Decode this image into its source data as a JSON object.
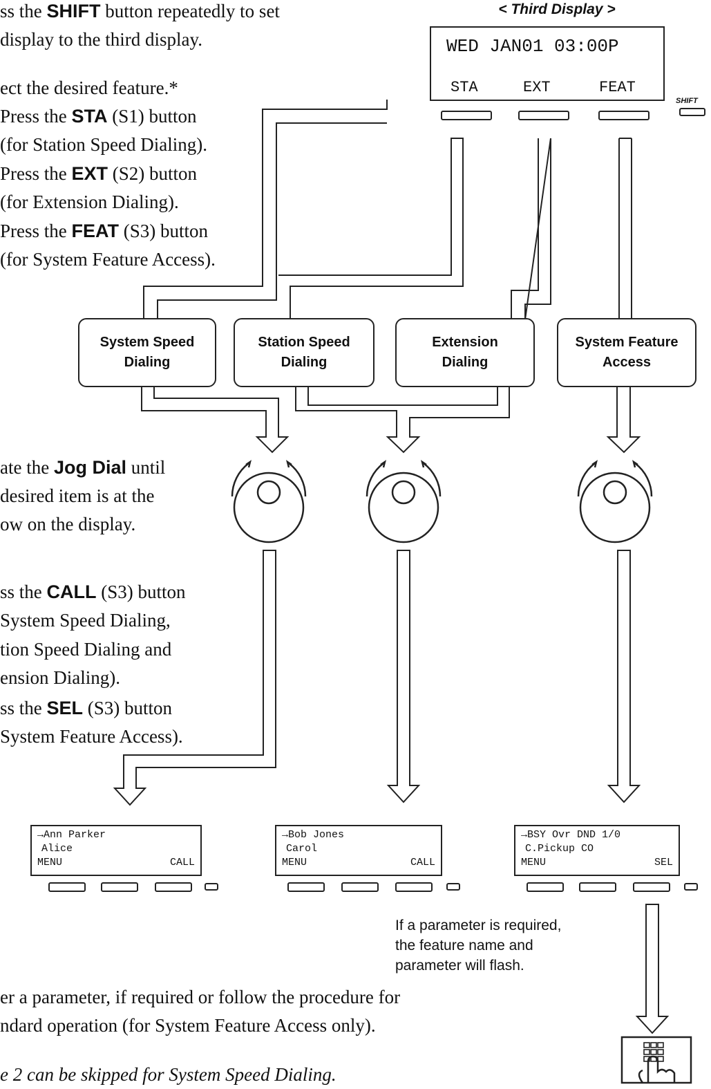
{
  "step1": {
    "prefix": "ss the ",
    "bold": "SHIFT",
    "suffix": " button repeatedly to set",
    "line2": "display to the third display."
  },
  "third_display": {
    "title": "< Third Display >",
    "line1": "WED JAN01 03:00P",
    "soft_keys": [
      "STA",
      "EXT",
      "FEAT"
    ],
    "shift_label": "SHIFT"
  },
  "step2": {
    "intro": "ect the desired feature.*",
    "items": [
      {
        "pre": "Press the ",
        "bold": "STA",
        "post": " (S1) button",
        "sub": "(for Station Speed Dialing)."
      },
      {
        "pre": "Press the ",
        "bold": "EXT",
        "post": " (S2) button",
        "sub": "(for Extension Dialing)."
      },
      {
        "pre": "Press the ",
        "bold": "FEAT",
        "post": " (S3) button",
        "sub": "(for System Feature Access)."
      }
    ]
  },
  "feature_boxes": [
    {
      "line1": "System Speed",
      "line2": "Dialing"
    },
    {
      "line1": "Station Speed",
      "line2": "Dialing"
    },
    {
      "line1": "Extension",
      "line2": "Dialing"
    },
    {
      "line1": "System Feature",
      "line2": "Access"
    }
  ],
  "step3": {
    "pre": "ate the ",
    "bold": "Jog Dial",
    "post": " until",
    "line2": "desired item is at the",
    "line3": "ow on the display."
  },
  "step4": {
    "a_pre": "ss the ",
    "a_bold": "CALL",
    "a_post": " (S3) button",
    "a2": "System Speed Dialing,",
    "a3": "tion Speed Dialing and",
    "a4": "ension Dialing).",
    "b_pre": "ss the ",
    "b_bold": "SEL",
    "b_post": " (S3) button",
    "b2": "System Feature Access)."
  },
  "result_displays": [
    {
      "line1": "→Ann Parker",
      "line2": "Alice",
      "left": "MENU",
      "right": "CALL"
    },
    {
      "line1": "→Bob Jones",
      "line2": "Carol",
      "left": "MENU",
      "right": "CALL"
    },
    {
      "line1": "→BSY Ovr DND 1/0",
      "line2": "C.Pickup CO",
      "left": "MENU",
      "right": "SEL"
    }
  ],
  "param_note": {
    "line1": "If a parameter is required,",
    "line2": "the feature name and",
    "line3": "parameter will flash."
  },
  "step5": {
    "line1": "er a parameter, if required or follow the procedure for",
    "line2": "ndard operation (for System Feature Access only)."
  },
  "footnote": "e 2 can be skipped for System Speed Dialing.",
  "icons": [
    "jog-dial-icon",
    "keypad-hand-icon",
    "flow-arrow-icon"
  ]
}
